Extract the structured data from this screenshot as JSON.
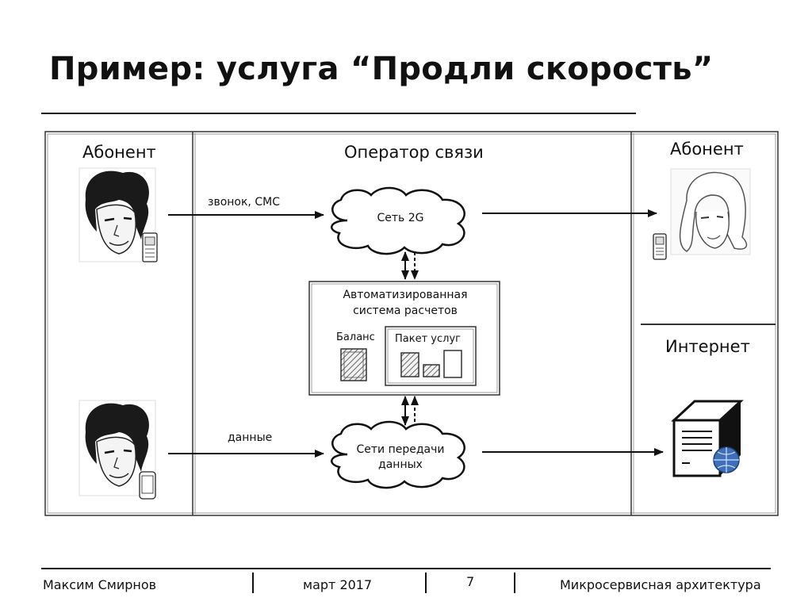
{
  "title": "Пример: услуга “Продли скорость”",
  "diagram": {
    "columns": {
      "left": "Абонент",
      "middle": "Оператор связи",
      "right_top": "Абонент",
      "right_bottom": "Интернет"
    },
    "clouds": {
      "net2g": "Сеть 2G",
      "data_net_line1": "Сети передачи",
      "data_net_line2": "данных"
    },
    "billing": {
      "title_line1": "Автоматизированная",
      "title_line2": "система расчетов",
      "balance": "Баланс",
      "package": "Пакет услуг"
    },
    "edges": {
      "call_sms": "звонок, СМС",
      "data": "данные"
    }
  },
  "footer": {
    "author": "Максим Смирнов",
    "date": "март 2017",
    "page": "7",
    "topic": "Микросервисная архитектура"
  }
}
